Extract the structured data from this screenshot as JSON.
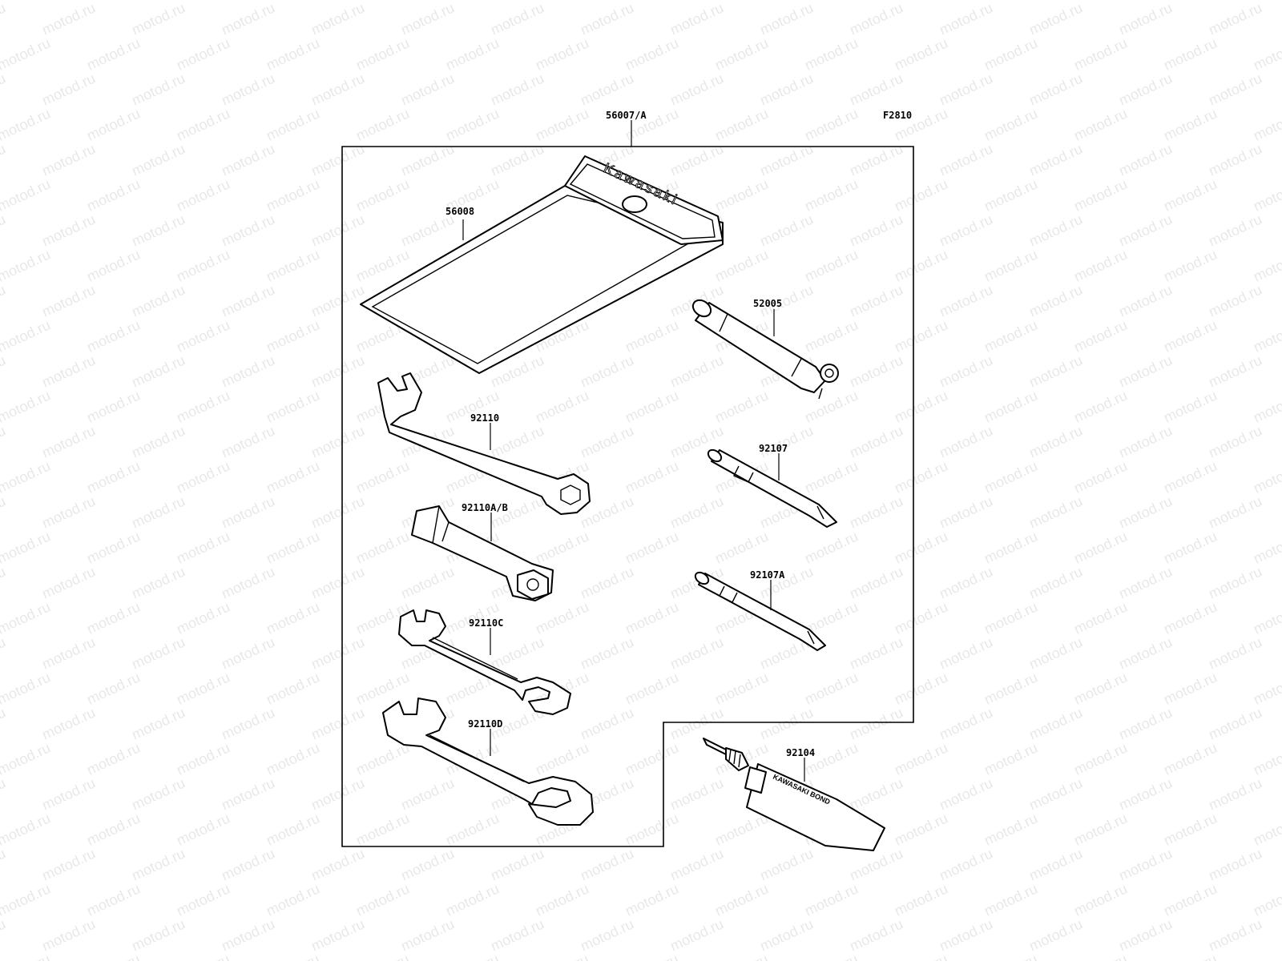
{
  "diagram": {
    "figure_code": "F2810",
    "watermark": "motod.ru",
    "parts": [
      {
        "id": "bag",
        "part_number": "56008",
        "printed_text": "Kawasaki"
      },
      {
        "id": "kit",
        "part_number": "56007/A"
      },
      {
        "id": "pump-tool",
        "part_number": "52005"
      },
      {
        "id": "hook-wrench",
        "part_number": "92110"
      },
      {
        "id": "phillips-driver",
        "part_number": "92107"
      },
      {
        "id": "box-wrench",
        "part_number": "92110A/B"
      },
      {
        "id": "driver-bit",
        "part_number": "92107A"
      },
      {
        "id": "open-wrench-small",
        "part_number": "92110C"
      },
      {
        "id": "open-wrench-large",
        "part_number": "92110D"
      },
      {
        "id": "bond-tube",
        "part_number": "92104",
        "printed_text": "KAWASAKI BOND"
      }
    ]
  }
}
